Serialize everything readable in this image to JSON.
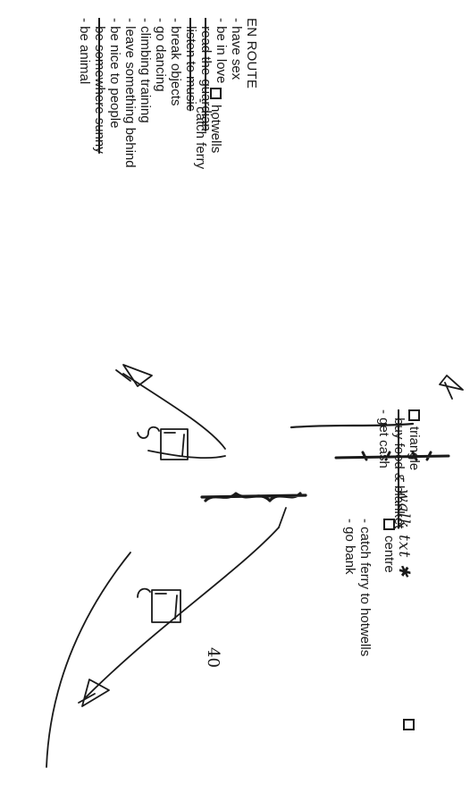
{
  "en_route": {
    "heading": "EN ROUTE",
    "items": [
      {
        "text": "- have sex",
        "struck": false
      },
      {
        "text": "- be in love",
        "struck": false
      },
      {
        "text": "- read the guardian",
        "struck": true
      },
      {
        "text": "- listen to music",
        "struck": true
      },
      {
        "text": "- break objects",
        "struck": false
      },
      {
        "text": "- go dancing",
        "struck": false
      },
      {
        "text": "- climbing training",
        "struck": false
      },
      {
        "text": "- leave something behind",
        "struck": false
      },
      {
        "text": "- be nice to people",
        "struck": false
      },
      {
        "text": "- be somewhere sunny",
        "struck": true
      },
      {
        "text": "- be animal",
        "struck": false
      }
    ]
  },
  "hotwells": {
    "title": "hotwells",
    "items": [
      {
        "text": "- catch ferry",
        "struck": false
      }
    ]
  },
  "triangle": {
    "title": "triangle",
    "items": [
      {
        "text": "- buy food & blanket",
        "struck": true
      },
      {
        "text": "- get cash",
        "struck": false
      }
    ],
    "handwritten_note": "- walk txt ✱"
  },
  "centre": {
    "title": "centre",
    "items": [
      {
        "text": "- catch ferry to hotwells",
        "struck": false
      },
      {
        "text": "- go bank",
        "struck": false
      }
    ]
  },
  "handwritten_number": "40",
  "ink_color": "#1a1a1a"
}
